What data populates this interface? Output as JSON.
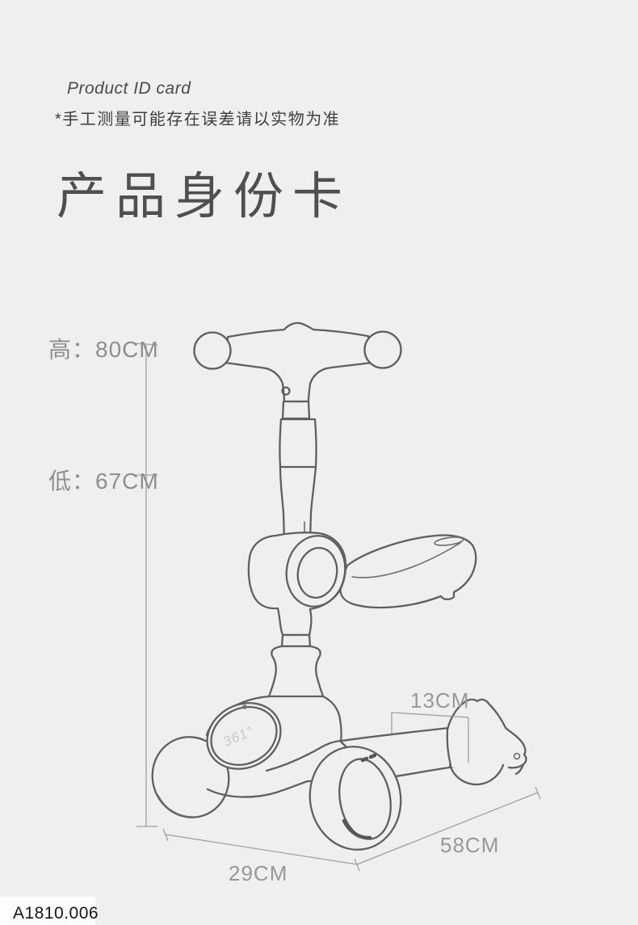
{
  "header": {
    "eyebrow": "Product ID card",
    "disclaimer": "*手工测量可能存在误差请以实物为准",
    "title": "产品身份卡"
  },
  "measurements": {
    "handle_height_max": "高：80CM",
    "handle_height_min": "低：67CM",
    "rear_section_width": "13CM",
    "body_length": "58CM",
    "front_width": "29CM"
  },
  "illustration": {
    "name": "three-wheel-kids-scooter-line-drawing",
    "logo": "361°"
  },
  "footer": {
    "product_code": "A1810.006"
  },
  "colors": {
    "background": "#f0efee",
    "line_art": "#5f5f5f",
    "dimension_lines": "#9f9f9f",
    "measurement_text": "#8e8e8e",
    "title_text": "#4f4f4f",
    "code_background": "#fdfdfd",
    "code_text": "#161616"
  }
}
